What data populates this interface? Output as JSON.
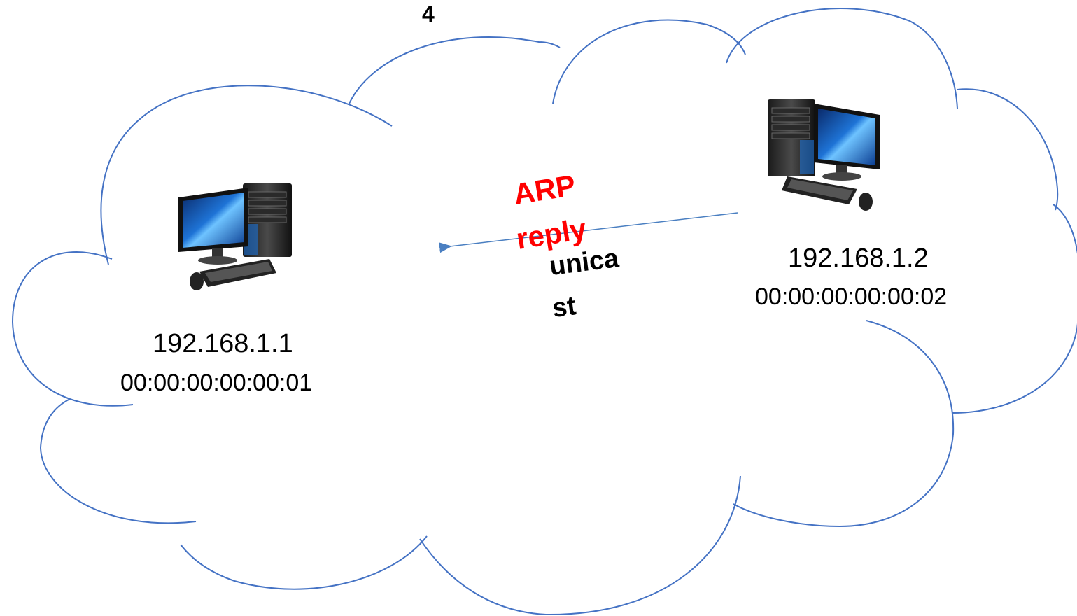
{
  "step_number": "4",
  "host_left": {
    "ip": "192.168.1.1",
    "mac": "00:00:00:00:00:01",
    "icon": "desktop-computer-icon"
  },
  "host_right": {
    "ip": "192.168.1.2",
    "mac": "00:00:00:00:00:02",
    "icon": "desktop-computer-icon"
  },
  "message": {
    "label_line1": "ARP",
    "label_line2": "reply",
    "type_line1": "unica",
    "type_line2": "st",
    "label_color": "#ff0000",
    "arrow_color": "#4a7fc1"
  },
  "cloud_color": "#4472c4"
}
